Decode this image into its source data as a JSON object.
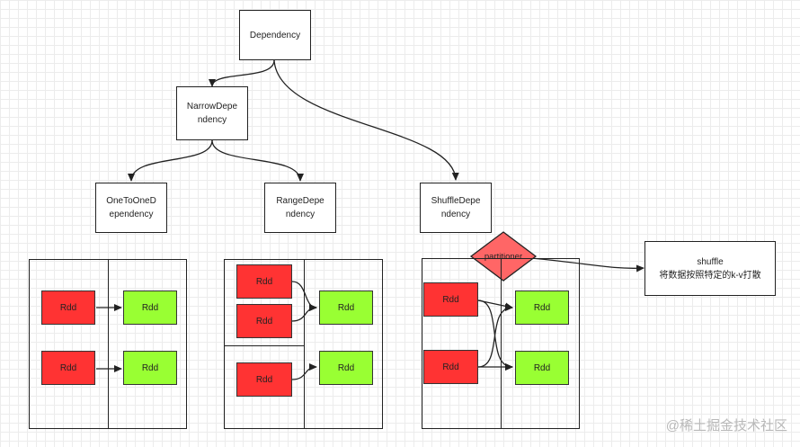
{
  "nodes": {
    "dependency": "Dependency",
    "narrow": "NarrowDepe\nndency",
    "one_to_one": "OneToOneD\nependency",
    "range": "RangeDepe\nndency",
    "shuffle_dep": "ShuffleDepe\nndency",
    "shuffle_note": "shuffle\n将数据按照特定的k-v打散"
  },
  "rdd_label": "Rdd",
  "partitioner_label": "partitioner",
  "watermark": "@稀土掘金技术社区",
  "colors": {
    "parent_rdd": "#ff3333",
    "child_rdd": "#99ff33",
    "partitioner": "#ff6666"
  }
}
